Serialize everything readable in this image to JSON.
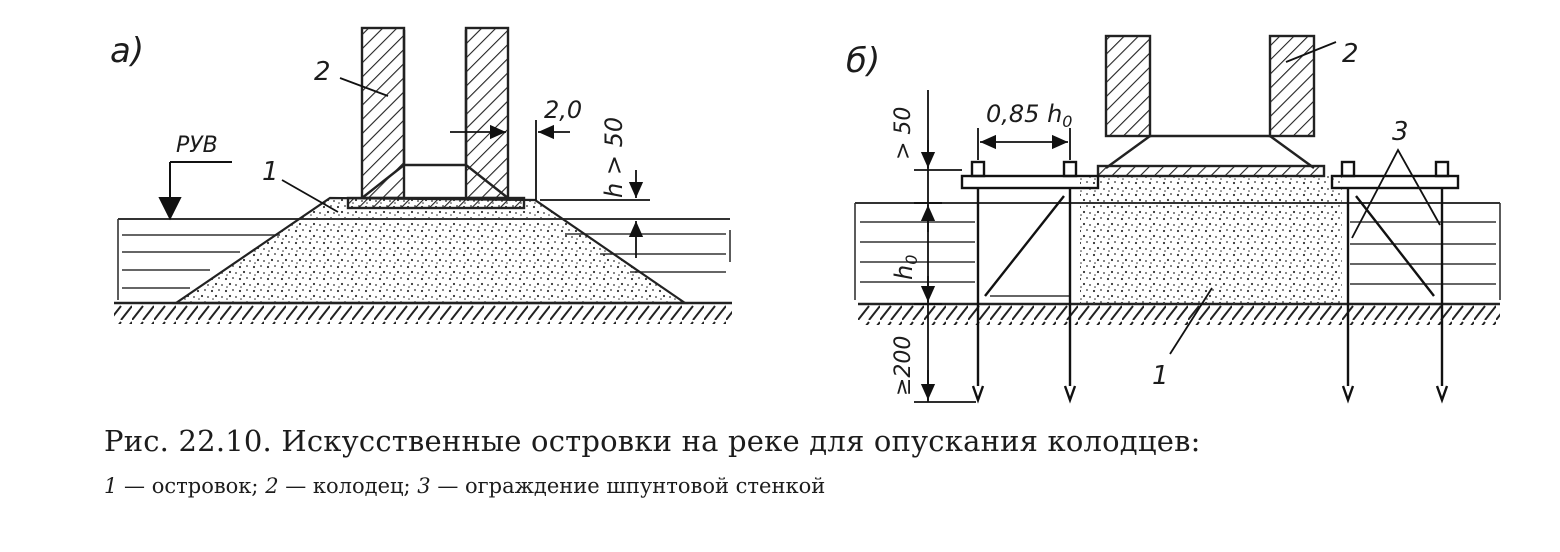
{
  "figure": {
    "panel_a": {
      "label": "а)",
      "water_level": "РУВ",
      "callout_island": "1",
      "callout_well": "2",
      "dim_offset": "2,0",
      "dim_height": "h > 50"
    },
    "panel_b": {
      "label": "б)",
      "callout_well": "2",
      "callout_fence": "3",
      "callout_island": "1",
      "dim_offset": "0,85 h",
      "dim_offset_sub": "0",
      "dim_top": "> 50",
      "dim_depth": "h",
      "dim_depth_sub": "0",
      "dim_embed": "≥200"
    }
  },
  "caption": {
    "title": "Рис. 22.10. Искусственные островки на реке для опускания колодцев:",
    "legend": [
      {
        "num": "1",
        "text": " — островок; "
      },
      {
        "num": "2",
        "text": " — колодец; "
      },
      {
        "num": "3",
        "text": " — ограждение шпунтовой стенкой"
      }
    ]
  }
}
